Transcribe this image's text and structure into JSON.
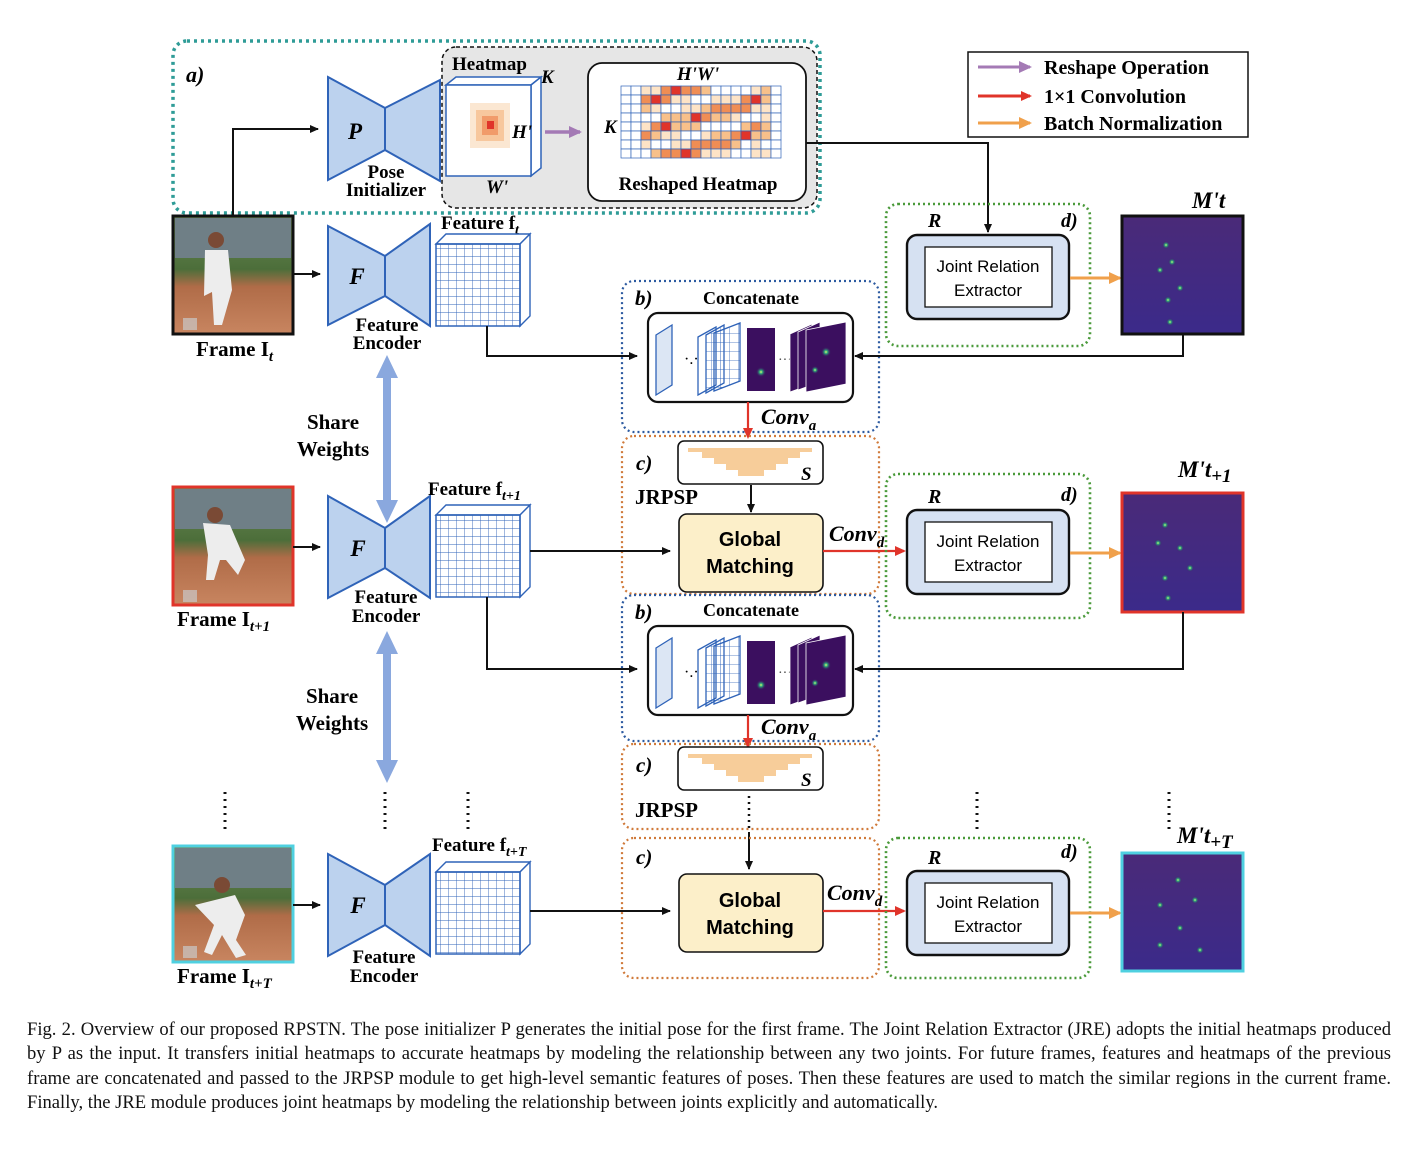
{
  "legend": {
    "reshape": "Reshape Operation",
    "conv1x1": "1×1 Convolution",
    "batchnorm": "Batch Normalization",
    "colors": {
      "reshape": "#a47ab5",
      "conv1x1": "#e0342a",
      "batchnorm": "#f0a04b"
    }
  },
  "panel_a": {
    "label": "a)",
    "pose_net_letter": "P",
    "pose_net_caption_1": "Pose",
    "pose_net_caption_2": "Initializer",
    "heatmap_title": "Heatmap",
    "heatmap_k": "K",
    "heatmap_h": "H'",
    "heatmap_w": "W'",
    "reshaped_top": "H'W'",
    "reshaped_k": "K",
    "reshaped_title": "Reshaped Heatmap"
  },
  "rows": [
    {
      "frame_label": "Frame I",
      "frame_sub": "t",
      "frame_border": "#111111",
      "encoder_letter": "F",
      "encoder_caption_1": "Feature",
      "encoder_caption_2": "Encoder",
      "feature_label": "Feature f",
      "feature_sub": "t",
      "output_label": "M't"
    },
    {
      "frame_label": "Frame I",
      "frame_sub": "t+1",
      "frame_border": "#e0342a",
      "encoder_letter": "F",
      "encoder_caption_1": "Feature",
      "encoder_caption_2": "Encoder",
      "feature_label": "Feature f",
      "feature_sub": "t+1",
      "output_label": "M't+1"
    },
    {
      "frame_label": "Frame I",
      "frame_sub": "t+T",
      "frame_border": "#4fd0e0",
      "encoder_letter": "F",
      "encoder_caption_1": "Feature",
      "encoder_caption_2": "Encoder",
      "feature_label": "Feature f",
      "feature_sub": "t+T",
      "output_label": "M't+T"
    }
  ],
  "share_weights_1": "Share",
  "share_weights_2": "Weights",
  "panel_b": {
    "label": "b)",
    "title": "Concatenate",
    "conv": "Conv",
    "conv_sub": "a"
  },
  "panel_c": {
    "label": "c)",
    "jrpsp": "JRPSP",
    "s": "S",
    "gm_1": "Global",
    "gm_2": "Matching",
    "conv": "Conv",
    "conv_sub": "d"
  },
  "panel_d": {
    "label": "d)",
    "r": "R",
    "jre_1": "Joint Relation",
    "jre_2": "Extractor"
  },
  "caption": "Fig. 2.  Overview of our proposed RPSTN. The pose initializer P generates the initial pose for the first frame. The Joint Relation Extractor (JRE) adopts the initial heatmaps produced by P as the input. It transfers initial heatmaps to accurate heatmaps by modeling the relationship between any two joints. For future frames, features and heatmaps of the previous frame are concatenated and passed to the JRPSP module to get high-level semantic features of poses. Then these features are used to match the similar regions in the current frame. Finally, the JRE module produces joint heatmaps by modeling the relationship between joints explicitly and automatically."
}
